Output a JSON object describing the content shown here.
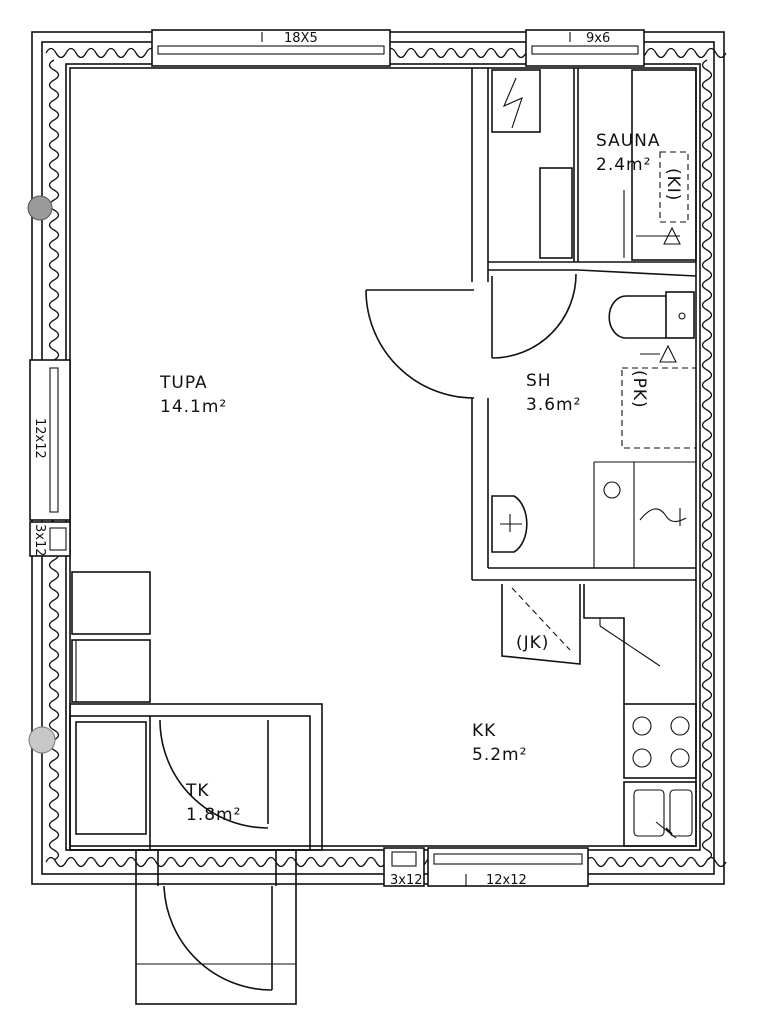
{
  "rooms": {
    "tupa": {
      "name": "TUPA",
      "area": "14.1m²"
    },
    "sauna": {
      "name": "SAUNA",
      "area": "2.4m²"
    },
    "sh": {
      "name": "SH",
      "area": "3.6m²"
    },
    "kk": {
      "name": "KK",
      "area": "5.2m²"
    },
    "tk": {
      "name": "TK",
      "area": "1.8m²"
    }
  },
  "fixtures": {
    "kiuas": "(KI)",
    "pesukone": "(PK)",
    "jaakaappi": "(JK)"
  },
  "windows": {
    "top_left": "18X5",
    "top_right": "9x6",
    "left_large": "12x12",
    "left_small": "3x12",
    "bottom_small": "3x12",
    "bottom_large": "12x12"
  },
  "colors": {
    "line": "#111111",
    "background": "#ffffff"
  }
}
